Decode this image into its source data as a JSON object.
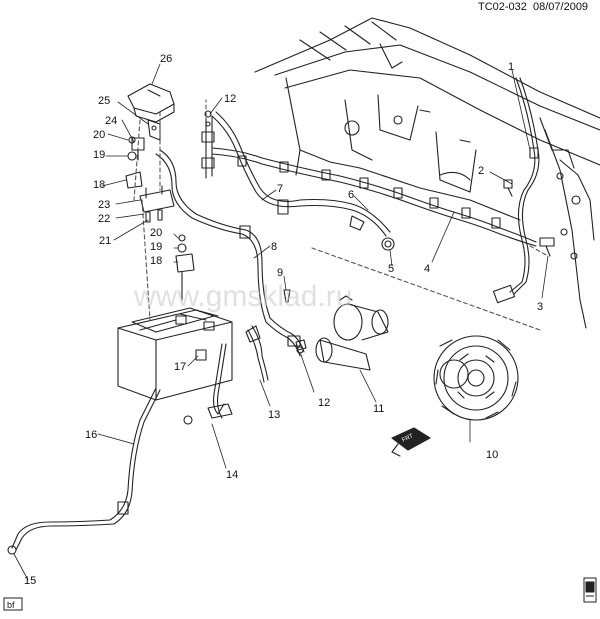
{
  "header": {
    "code": "TC02-032",
    "date": "08/07/2009"
  },
  "watermark": "www.gmsklad.ru",
  "corner_tag": "bf",
  "front_label": "FRT",
  "callouts": [
    "1",
    "2",
    "3",
    "4",
    "5",
    "6",
    "7",
    "8",
    "9",
    "10",
    "11",
    "12",
    "12",
    "13",
    "14",
    "15",
    "16",
    "17",
    "18",
    "18",
    "19",
    "19",
    "20",
    "20",
    "21",
    "22",
    "23",
    "24",
    "25",
    "26"
  ]
}
